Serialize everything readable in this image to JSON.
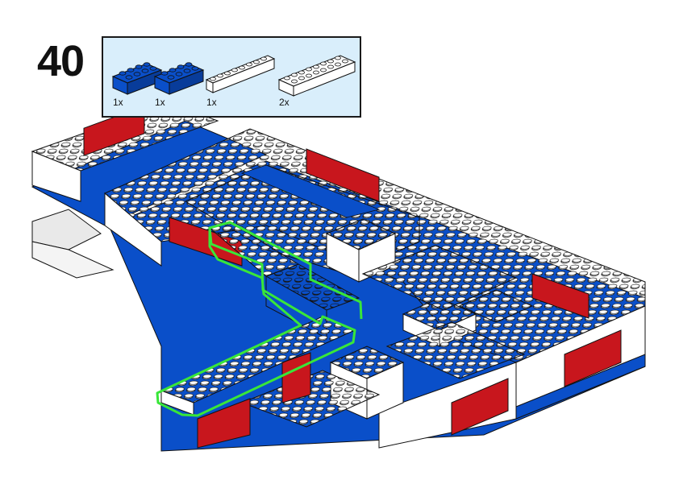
{
  "step": {
    "number": "40"
  },
  "parts": [
    {
      "icon": "blue-brick-2x4-icon",
      "qty": "1x",
      "color": "#0a4fc9"
    },
    {
      "icon": "blue-brick-2x4-icon",
      "qty": "1x",
      "color": "#0a4fc9"
    },
    {
      "icon": "white-brick-1x8-icon",
      "qty": "1x",
      "color": "#ffffff"
    },
    {
      "icon": "white-brick-2x8-icon",
      "qty": "2x",
      "color": "#ffffff"
    }
  ],
  "colors": {
    "blue": "#0a4fc9",
    "red": "#c8161d",
    "white": "#ffffff",
    "highlight_outline": "#39e639",
    "parts_box_bg": "#d9eefb"
  }
}
